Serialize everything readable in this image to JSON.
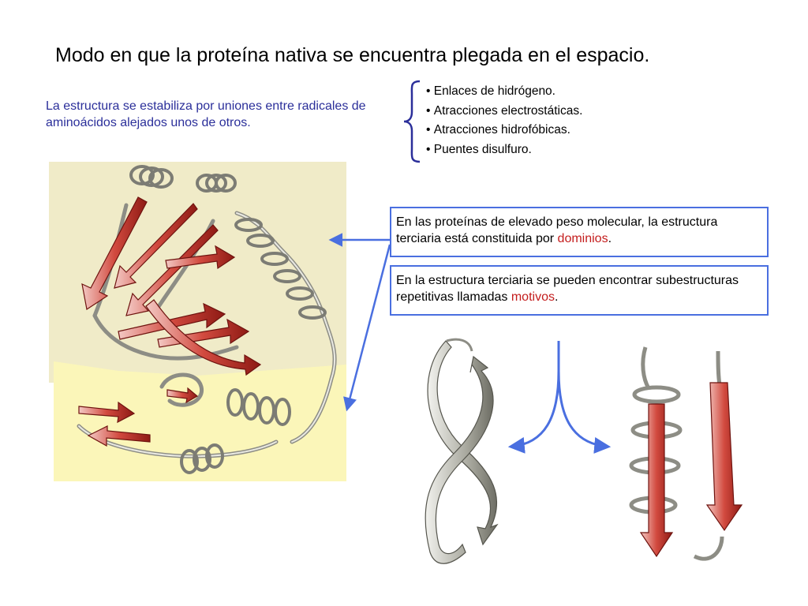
{
  "title": "Modo en que la proteína nativa se encuentra plegada en el espacio.",
  "intro": "La estructura se estabiliza por uniones entre radicales de aminoácidos alejados unos de otros.",
  "bonds": [
    "Enlaces de hidrógeno.",
    "Atracciones electrostáticas.",
    "Atracciones hidrofóbicas.",
    "Puentes disulfuro."
  ],
  "domains_box": {
    "before": "En las proteínas de elevado peso molecular, la estructura terciaria está constituida por ",
    "highlight": "dominios",
    "after": "."
  },
  "motifs_box": {
    "before": "En la estructura terciaria se pueden encontrar subestructuras repetitivas llamadas ",
    "highlight": "motivos",
    "after": "."
  },
  "colors": {
    "arrow_blue": "#4a6fe0",
    "highlight_red": "#c41d1d",
    "domain_upper_bg": "#f0ebc8",
    "domain_lower_bg": "#fbf6b9"
  }
}
